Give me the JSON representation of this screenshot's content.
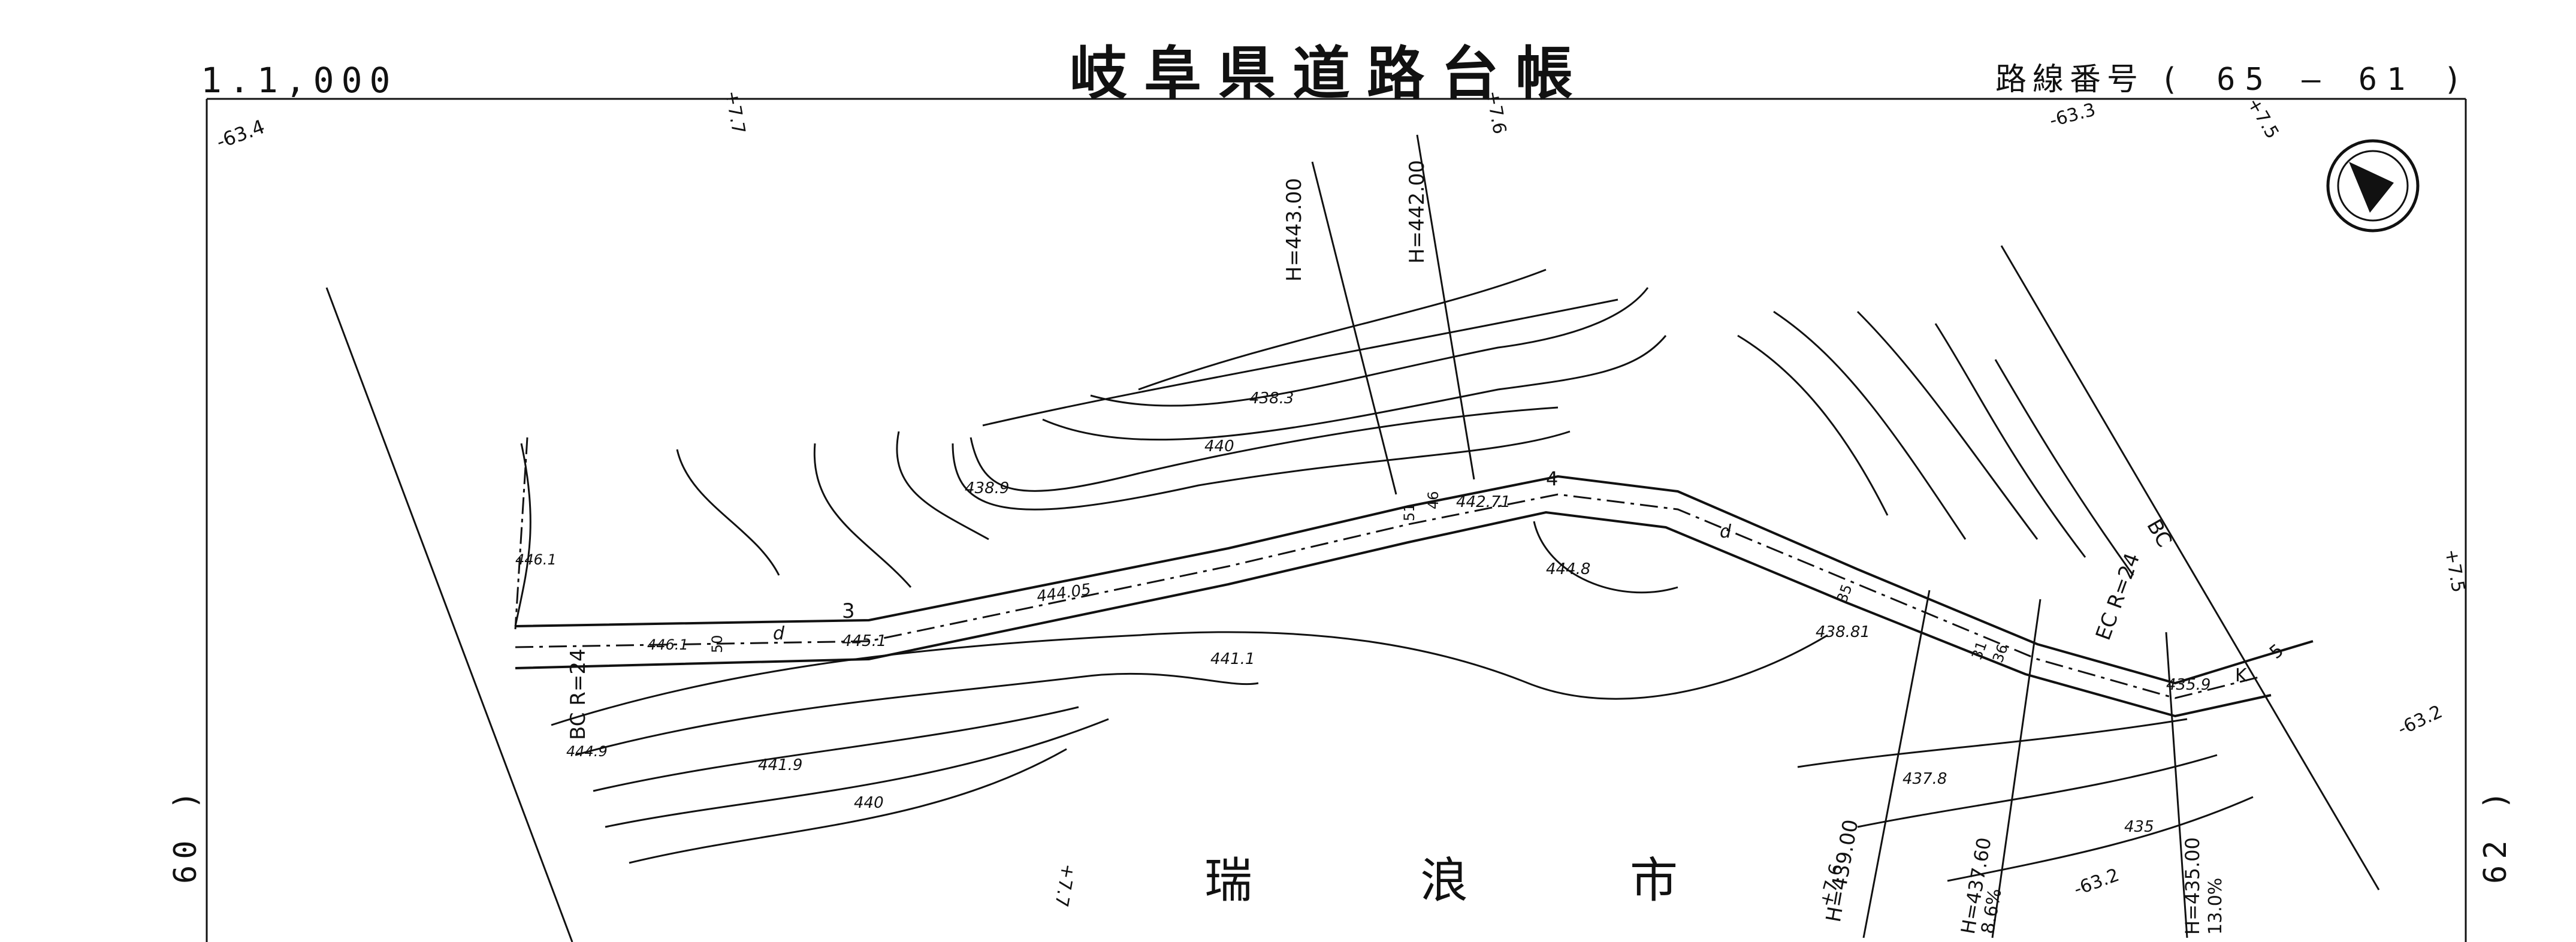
{
  "header": {
    "title": "岐阜県道路台帳",
    "scale": "1.1,000",
    "route_label": "路線番号",
    "route_number": "( 65 — 61 )"
  },
  "city_name": [
    "瑞",
    "浪",
    "市"
  ],
  "sheet_refs": {
    "left": "60 )",
    "right": "62 )"
  },
  "edge_labels": {
    "top_left": "-63.4",
    "top_mid_a": "+7.7",
    "top_mid_b": "+7.6",
    "top_right_a": "-63.3",
    "top_right_b": "+7.5",
    "right_a": "+7.5",
    "right_b": "-63.2",
    "bottom_a": "+7.7",
    "bottom_b": "+7.6",
    "bottom_c": "-63.2"
  },
  "contours": {
    "c1": "438.3",
    "c2": "440",
    "c3": "438.9",
    "c4": "446.1",
    "c5": "444.05",
    "c6": "445.1",
    "c7": "446.1",
    "c8": "441.1",
    "c9": "444.9",
    "c10": "441.9",
    "c11": "440",
    "c12": "444.8",
    "c13": "442.71",
    "c14": "438.81",
    "c15": "437.8",
    "c16": "435.9",
    "c17": "435"
  },
  "profile": {
    "h1": "H=443.00",
    "h2": "H=442.00",
    "h3": "H=439.00",
    "h4": "H=437.60",
    "h4_grade": "8.6%",
    "h5": "H=435.00",
    "h5_grade": "13.0%"
  },
  "curves": {
    "bc_left": "BC R=24",
    "ec_right": "EC R=24",
    "bc_right": "BC"
  },
  "road_marks": {
    "m1": "3",
    "m2": "50",
    "m3": "d",
    "m4": "51",
    "m5": "46",
    "m6": "4",
    "m7": "d",
    "m8": "35",
    "m9": "31",
    "m10": "36",
    "m11": "K",
    "m12": "5"
  },
  "north_arrow": "north-arrow-icon"
}
